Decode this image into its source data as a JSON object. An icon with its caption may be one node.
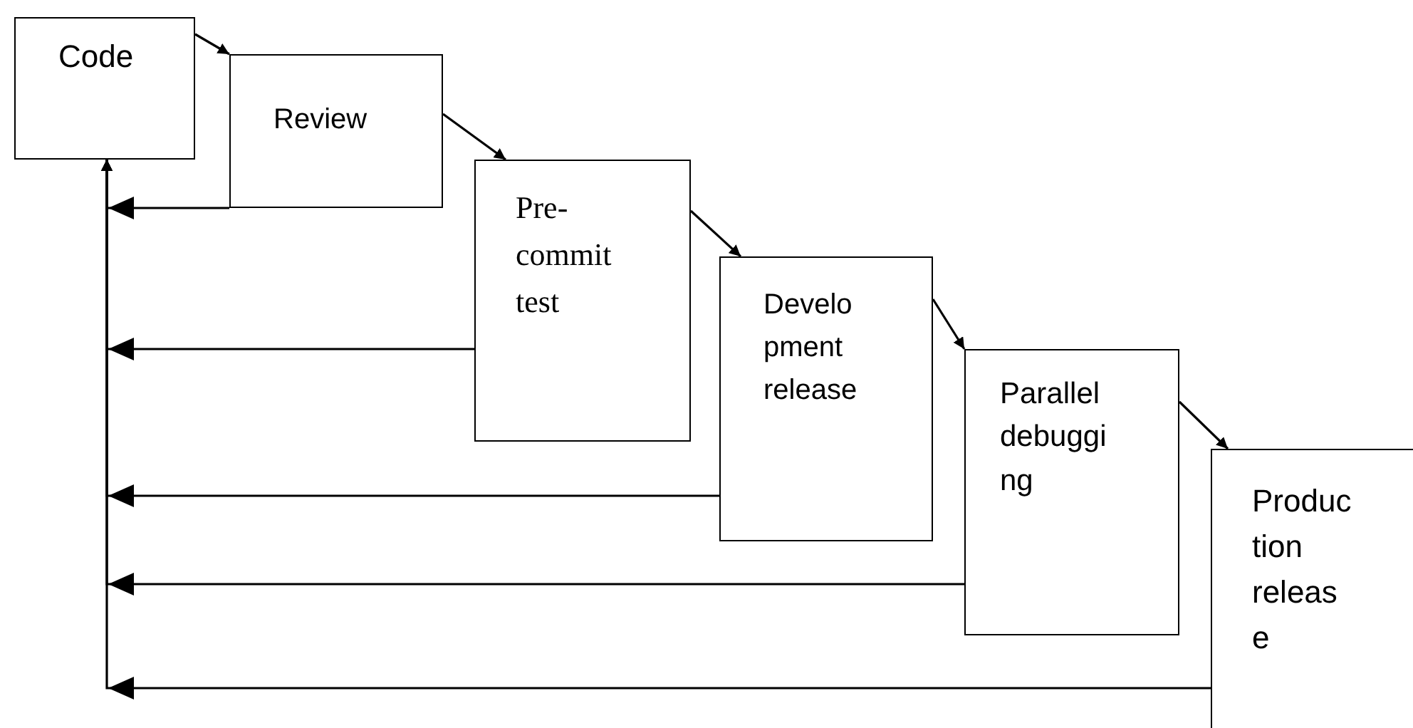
{
  "diagram": {
    "nodes": [
      {
        "text": [
          "Code"
        ]
      },
      {
        "text": [
          "Review"
        ]
      },
      {
        "text": [
          "Pre-commit test"
        ]
      },
      {
        "text": [
          "Development release"
        ]
      },
      {
        "text": [
          "Parallel debugging"
        ]
      },
      {
        "text": [
          "Production release"
        ]
      }
    ],
    "edges": [
      {
        "from": 0,
        "to": 1,
        "arrow": "to"
      },
      {
        "from": 1,
        "to": 2,
        "arrow": "to"
      },
      {
        "from": 2,
        "to": 3,
        "arrow": "to"
      },
      {
        "from": 3,
        "to": 4,
        "arrow": "to"
      },
      {
        "from": 4,
        "to": 5,
        "arrow": "to"
      },
      {
        "from": 1,
        "to": 0,
        "arrow": "to"
      },
      {
        "from": 2,
        "to": 0,
        "arrow": "to"
      },
      {
        "from": 3,
        "to": 0,
        "arrow": "to"
      },
      {
        "from": 4,
        "to": 0,
        "arrow": "to"
      },
      {
        "from": 5,
        "to": 0,
        "arrow": "to"
      }
    ]
  }
}
